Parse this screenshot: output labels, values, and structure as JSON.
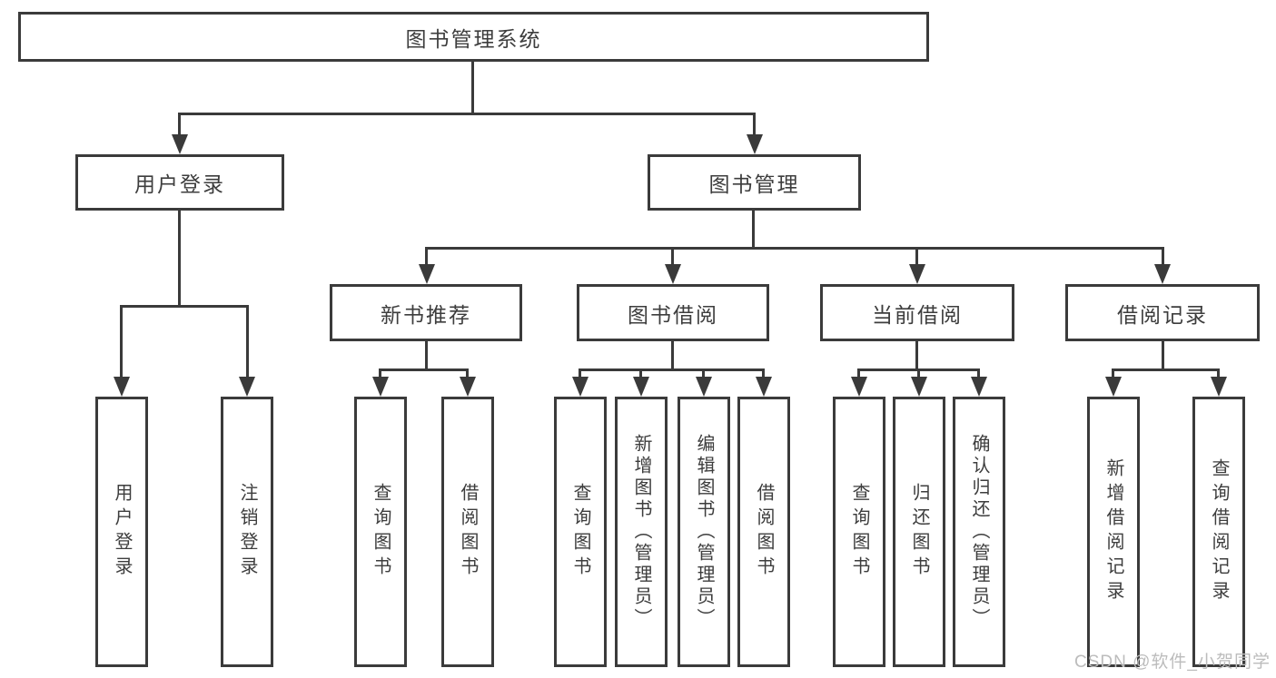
{
  "diagram": {
    "type": "hierarchy",
    "root": {
      "label": "图书管理系统"
    },
    "level2": [
      {
        "label": "用户登录"
      },
      {
        "label": "图书管理"
      }
    ],
    "level3": [
      {
        "label": "新书推荐",
        "parent": "图书管理"
      },
      {
        "label": "图书借阅",
        "parent": "图书管理"
      },
      {
        "label": "当前借阅",
        "parent": "图书管理"
      },
      {
        "label": "借阅记录",
        "parent": "图书管理"
      }
    ],
    "level4": [
      {
        "label": "用户登录",
        "parent": "用户登录"
      },
      {
        "label": "注销登录",
        "parent": "用户登录"
      },
      {
        "label": "查询图书",
        "parent": "新书推荐"
      },
      {
        "label": "借阅图书",
        "parent": "新书推荐"
      },
      {
        "label": "查询图书",
        "parent": "图书借阅"
      },
      {
        "label": "新增图书（管理员）",
        "parent": "图书借阅"
      },
      {
        "label": "编辑图书（管理员）",
        "parent": "图书借阅"
      },
      {
        "label": "借阅图书",
        "parent": "图书借阅"
      },
      {
        "label": "查询图书",
        "parent": "当前借阅"
      },
      {
        "label": "归还图书",
        "parent": "当前借阅"
      },
      {
        "label": "确认归还（管理员）",
        "parent": "当前借阅"
      },
      {
        "label": "新增借阅记录",
        "parent": "借阅记录"
      },
      {
        "label": "查询借阅记录",
        "parent": "借阅记录"
      }
    ],
    "colors": {
      "line": "#3a3a3a",
      "border": "#3b3b3b",
      "text": "#3d3d3d",
      "watermark": "#bcbcbc",
      "background": "#ffffff"
    }
  },
  "watermark": "CSDN @软件_小贺同学"
}
